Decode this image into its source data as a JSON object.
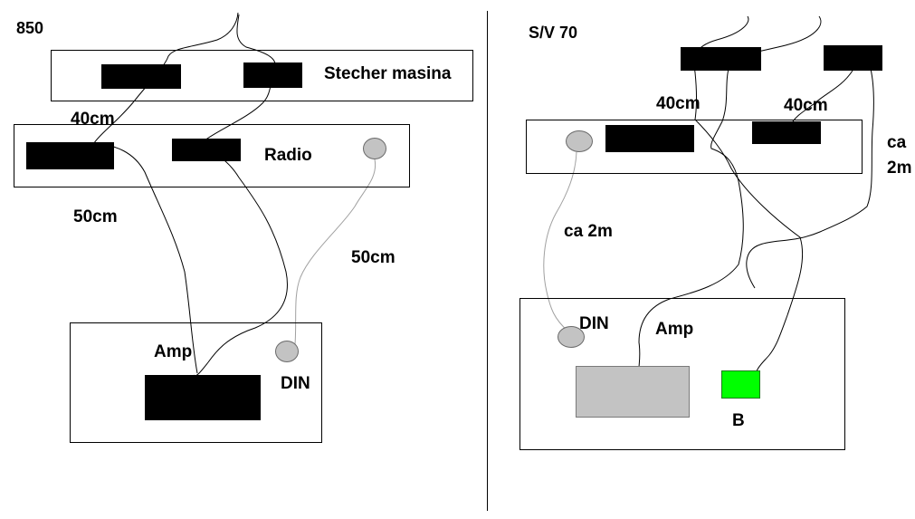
{
  "left": {
    "title": "850",
    "stecher_label": "Stecher masina",
    "radio_label": "Radio",
    "amp_label": "Amp",
    "din_label": "DIN",
    "len_40": "40cm",
    "len_50_a": "50cm",
    "len_50_b": "50cm"
  },
  "right": {
    "title": "S/V 70",
    "len_40_a": "40cm",
    "len_40_b": "40cm",
    "ca_2m_left": "ca 2m",
    "ca_right": "ca",
    "two_m_right": "2m",
    "din_label": "DIN",
    "amp_label": "Amp",
    "b_label": "B"
  },
  "colors": {
    "block": "#000000",
    "din_circle": "#c3c3c3",
    "amp_gray": "#c3c3c3",
    "green": "#00ff00",
    "wire_dark": "#000000",
    "wire_light": "#a0a0a0"
  }
}
